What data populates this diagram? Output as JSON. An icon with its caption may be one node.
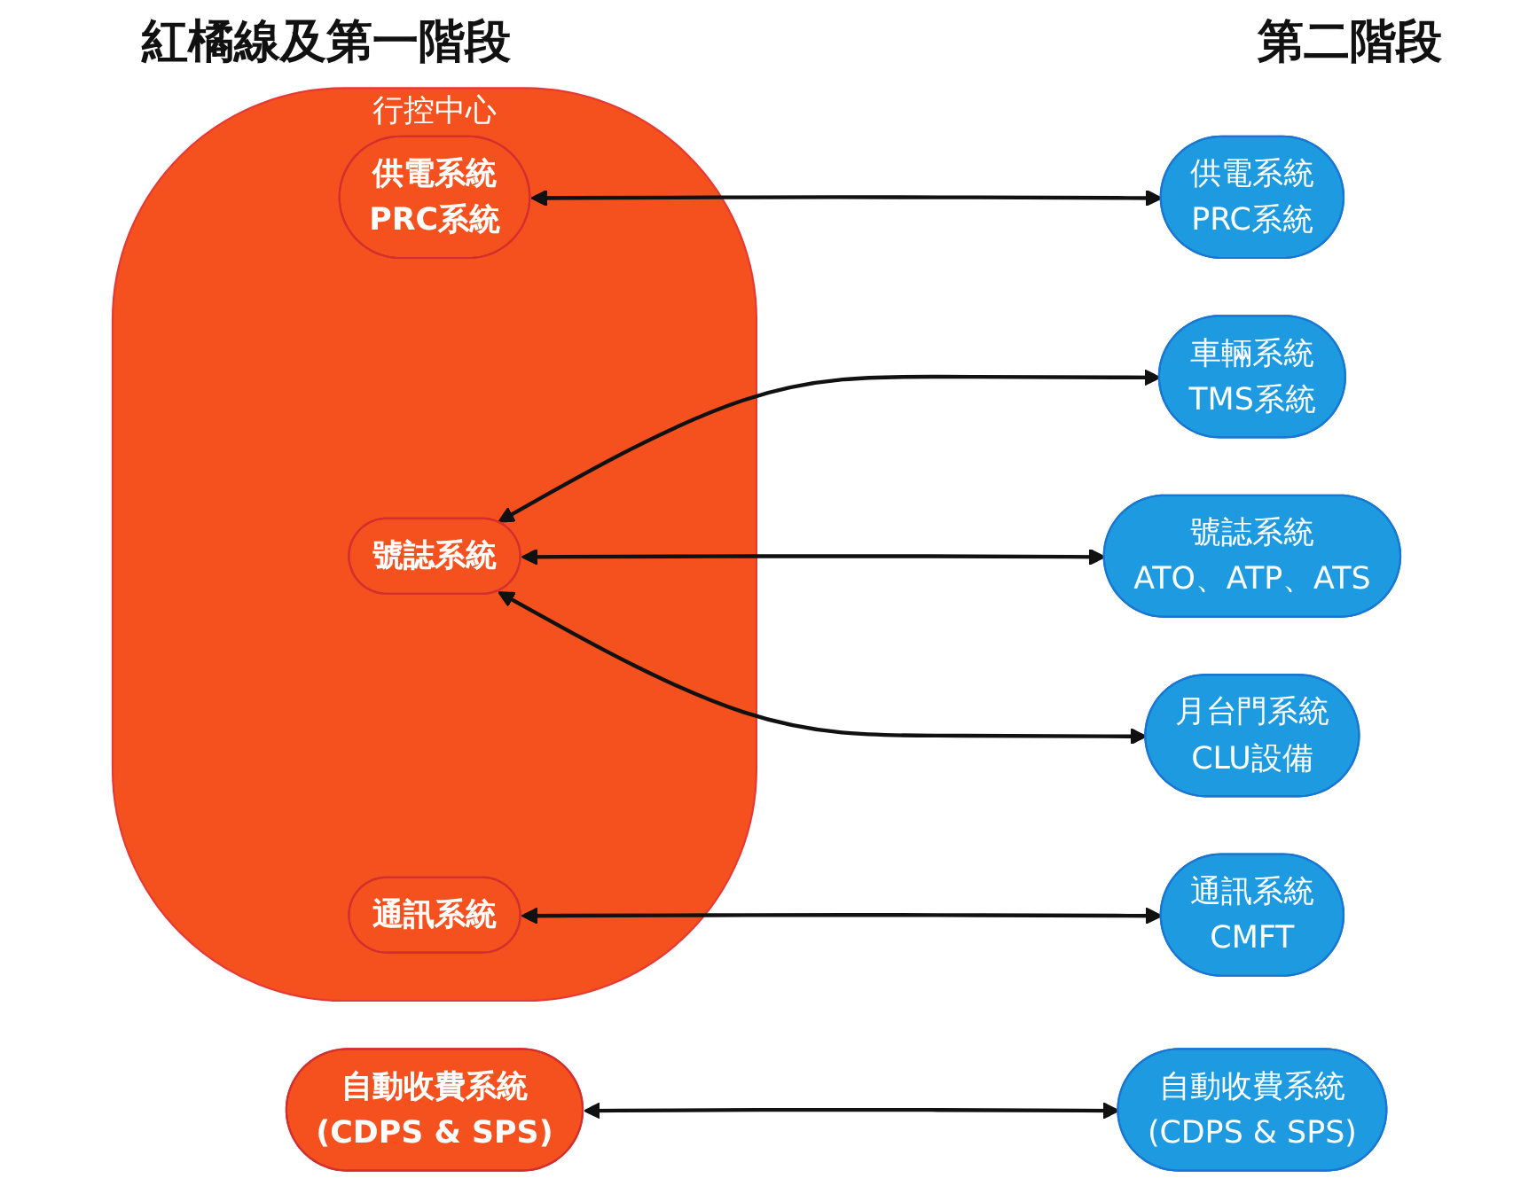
{
  "diagram": {
    "nodes": [
      {
        "text": [
          "行控中心"
        ]
      },
      {
        "text": [
          "供電系統",
          "PRC系統"
        ],
        "in": 0
      },
      {
        "text": [
          "號誌系統"
        ],
        "in": 0
      },
      {
        "text": [
          "通訊系統"
        ],
        "in": 0
      },
      {
        "text": [
          "自動收費系統",
          "(CDPS & SPS)"
        ]
      },
      {
        "text": [
          "供電系統",
          "PRC系統"
        ]
      },
      {
        "text": [
          "車輛系統",
          "TMS系統"
        ]
      },
      {
        "text": [
          "號誌系統",
          "ATO、ATP、ATS"
        ]
      },
      {
        "text": [
          "月台門系統",
          "CLU設備"
        ]
      },
      {
        "text": [
          "通訊系統",
          "CMFT"
        ]
      },
      {
        "text": [
          "自動收費系統",
          "(CDPS & SPS)"
        ]
      }
    ],
    "edges": [
      {
        "from": 1,
        "to": 5,
        "arrow": "both"
      },
      {
        "from": 2,
        "to": 6,
        "arrow": "both"
      },
      {
        "from": 2,
        "to": 7,
        "arrow": "both"
      },
      {
        "from": 2,
        "to": 8,
        "arrow": "both"
      },
      {
        "from": 3,
        "to": 9,
        "arrow": "both"
      },
      {
        "from": 4,
        "to": 10,
        "arrow": "both"
      }
    ],
    "labels": [
      "紅橘線及第一階段",
      "第二階段"
    ]
  }
}
